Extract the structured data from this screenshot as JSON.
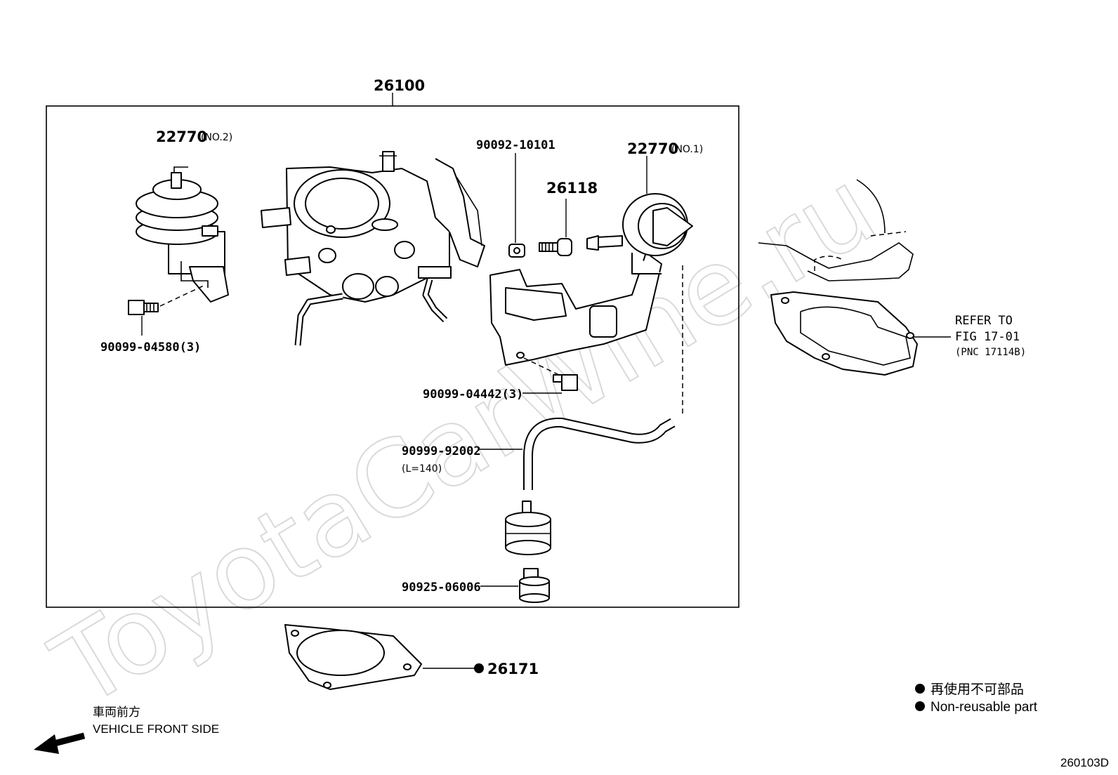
{
  "watermark": "ToyotaCarWine.ru",
  "assembly": {
    "number": "26100"
  },
  "parts": {
    "vsv_no2": {
      "number": "22770",
      "qualifier": "(NO.2)"
    },
    "vsv_no1": {
      "number": "22770",
      "qualifier": "(NO.1)"
    },
    "bolt_left": {
      "number": "90099-04580(3)"
    },
    "nut": {
      "number": "90092-10101"
    },
    "screw": {
      "number": "26118"
    },
    "bolt_bracket": {
      "number": "90099-04442(3)"
    },
    "hose": {
      "number": "90999-92002",
      "length": "(L=140)"
    },
    "cushion": {
      "number": "90925-06006"
    },
    "gasket": {
      "number": "26171"
    }
  },
  "refer": {
    "line1": "REFER TO",
    "line2": "FIG 17-01",
    "line3": "(PNC 17114B)"
  },
  "legend": {
    "jp": "再使用不可部品",
    "en": "Non-reusable part"
  },
  "front": {
    "jp": "車両前方",
    "en": "VEHICLE FRONT SIDE"
  },
  "figure_code": "260103D"
}
